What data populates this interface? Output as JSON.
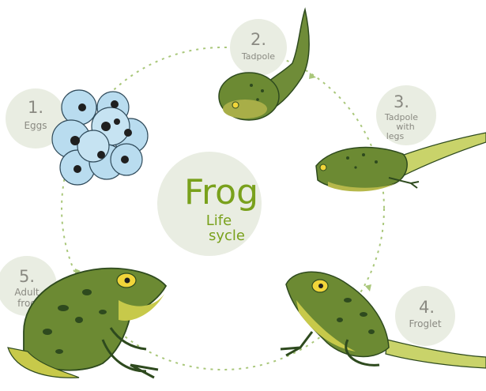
{
  "center": {
    "title": "Frog",
    "subtitle_line1": "Life",
    "subtitle_line2": "sycle"
  },
  "stages": [
    {
      "number": "1.",
      "label_lines": [
        "Eggs"
      ]
    },
    {
      "number": "2.",
      "label_lines": [
        "Tadpole"
      ]
    },
    {
      "number": "3.",
      "label_lines": [
        "Tadpole",
        "with",
        "legs"
      ]
    },
    {
      "number": "4.",
      "label_lines": [
        "Froglet"
      ]
    },
    {
      "number": "5.",
      "label_lines": [
        "Adult",
        "frog"
      ]
    }
  ],
  "colors": {
    "badge_fill": "#e9ede2",
    "cycle_line": "#a9c77a",
    "title_green": "#79a11c",
    "label_gray": "#8a8a82",
    "frog_dark": "#5a7a2c",
    "frog_mid": "#7a9c3a",
    "frog_belly": "#c7c94a",
    "spot": "#2e4a1e",
    "egg": "#b9dcef"
  }
}
